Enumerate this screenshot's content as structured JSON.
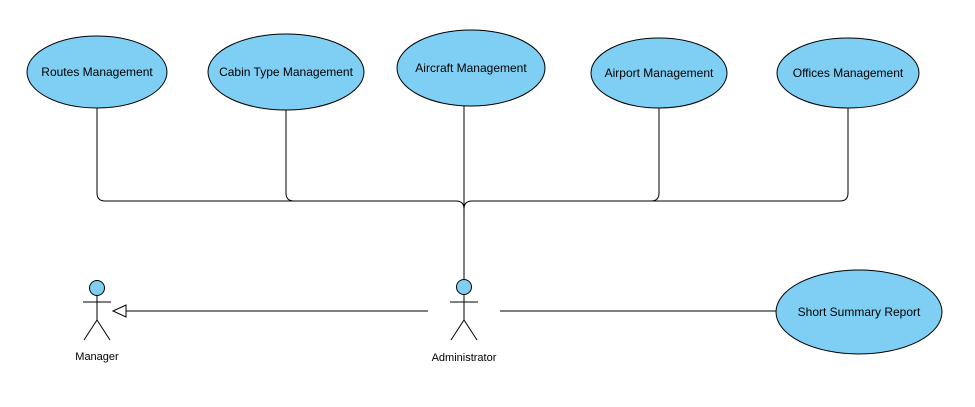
{
  "colors": {
    "usecase_fill": "#7fcff4",
    "stroke": "#000000",
    "background": "#ffffff"
  },
  "use_cases": {
    "routes": "Routes Management",
    "cabin_type": "Cabin Type Management",
    "aircraft": "Aircraft Management",
    "airport": "Airport Management",
    "offices": "Offices Management",
    "short_summary": "Short Summary Report"
  },
  "actors": {
    "manager": "Manager",
    "administrator": "Administrator"
  }
}
